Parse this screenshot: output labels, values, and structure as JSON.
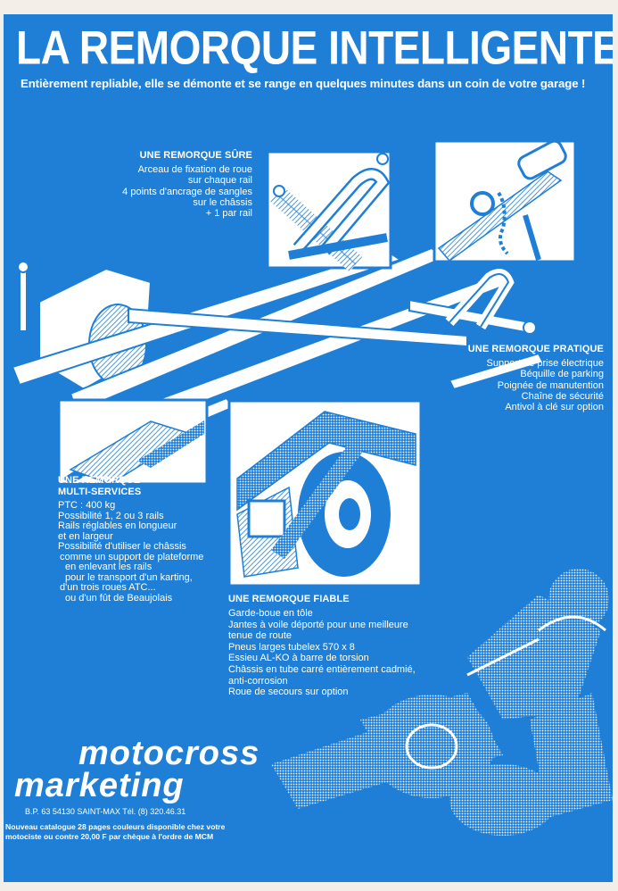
{
  "header": {
    "title": "LA REMORQUE INTELLIGENTE",
    "subtitle": "Entièrement repliable, elle se démonte et se range en quelques minutes dans un coin de votre garage !"
  },
  "sections": {
    "sure": {
      "heading": "UNE REMORQUE SÛRE",
      "lines": [
        "Arceau de fixation de roue",
        "sur chaque rail",
        "4 points d'ancrage de sangles",
        "sur le châssis",
        "+ 1 par rail"
      ]
    },
    "pratique": {
      "heading": "UNE REMORQUE PRATIQUE",
      "lines": [
        "Support de prise électrique",
        "Béquille de parking",
        "Poignée de manutention",
        "Chaîne de sécurité",
        "Antivol à clé sur option"
      ]
    },
    "multi": {
      "heading_line1": "UNE REMORQUE",
      "heading_line2": "MULTI-SERVICES",
      "lines": [
        "PTC : 400 kg",
        "Possibilité 1, 2 ou 3 rails",
        "Rails réglables en longueur",
        "et en largeur",
        "Possibilité d'utiliser le châssis",
        "comme un support de plateforme",
        "en enlevant les rails",
        "pour le transport d'un karting,",
        "d'un trois roues ATC...",
        "ou d'un fût de Beaujolais"
      ]
    },
    "fiable": {
      "heading": "UNE REMORQUE FIABLE",
      "lines": [
        "Garde-boue en tôle",
        "Jantes à voile déporté pour une meilleure",
        "tenue de route",
        "Pneus larges tubelex 570 x 8",
        "Essieu AL-KO à barre de torsion",
        "Châssis en tube carré entièrement cadmié,",
        "anti-corrosion",
        "Roue de secours sur option"
      ]
    }
  },
  "footer": {
    "brand_line1": "motocross",
    "brand_line2": "marketing",
    "address": "B.P. 63 54130 SAINT-MAX Tél. (8) 320.46.31",
    "catalogue_line1": "Nouveau catalogue 28 pages couleurs disponible chez votre",
    "catalogue_line2": "motociste ou contre 20,00 F par chèque à l'ordre de MCM"
  },
  "colors": {
    "page_blue": "#1f7fd6",
    "ink_white": "#ffffff",
    "paper": "#f3efe8"
  }
}
